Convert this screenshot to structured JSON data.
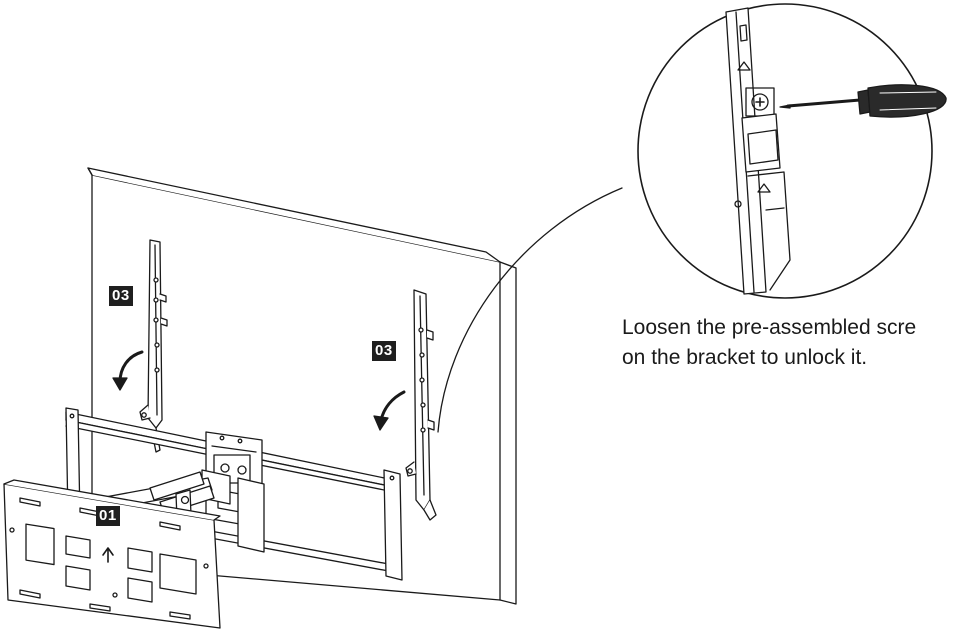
{
  "labels": {
    "step_left": "03",
    "step_right": "03",
    "step_mount": "01"
  },
  "instruction": {
    "line1": "Loosen the pre-assembled scre",
    "line2": "on the bracket to unlock it."
  },
  "colors": {
    "line": "#1a1a1a",
    "label_bg": "#1f1f1f",
    "label_text": "#ffffff",
    "screwdriver_handle": "#2a2a2a"
  },
  "icons": [
    "screwdriver-icon",
    "rotate-arrow-icon",
    "up-arrow-icon"
  ]
}
